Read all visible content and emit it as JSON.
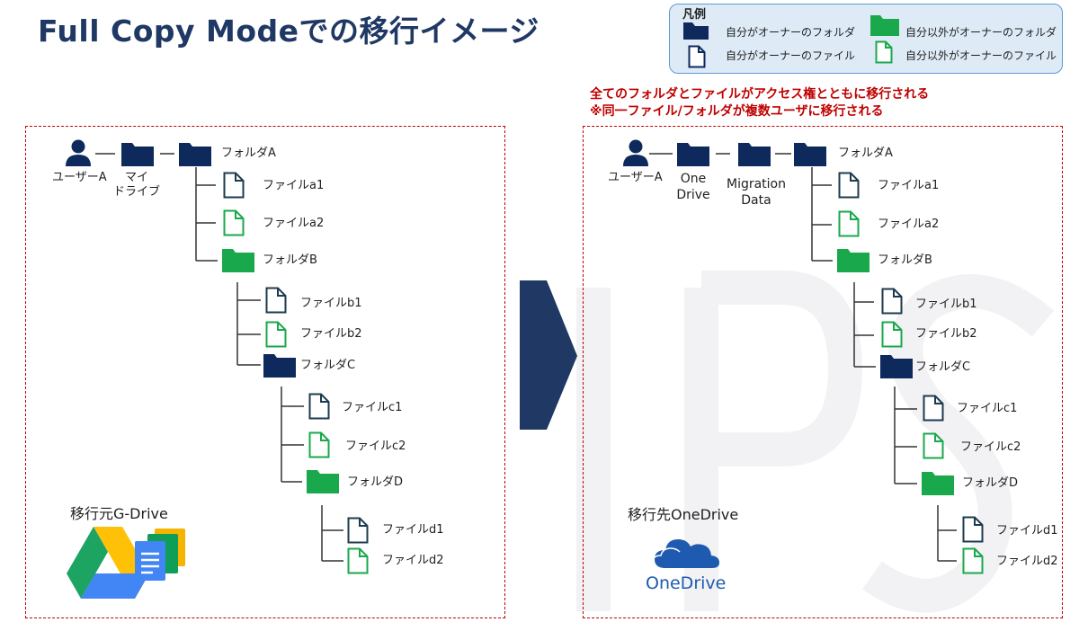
{
  "title": "Full Copy Modeでの移行イメージ",
  "legend": {
    "title": "凡例",
    "own_folder": "自分がオーナーのフォルダ",
    "own_file": "自分がオーナーのファイル",
    "other_folder": "自分以外がオーナーのフォルダ",
    "other_file": "自分以外がオーナーのファイル"
  },
  "notice": {
    "line1": "全てのフォルダとファイルがアクセス権とともに移行される",
    "line2": "※同一ファイル/フォルダが複数ユーザに移行される"
  },
  "source": {
    "user": "ユーザーA",
    "mydrive_line1": "マイ",
    "mydrive_line2": "ドライブ",
    "folder_a": "フォルダA",
    "file_a1": "ファイルa1",
    "file_a2": "ファイルa2",
    "folder_b": "フォルダB",
    "file_b1": "ファイルb1",
    "file_b2": "ファイルb2",
    "folder_c": "フォルダC",
    "file_c1": "ファイルc1",
    "file_c2": "ファイルc2",
    "folder_d": "フォルダD",
    "file_d1": "ファイルd1",
    "file_d2": "ファイルd2",
    "caption": "移行元G-Drive"
  },
  "destination": {
    "user": "ユーザーA",
    "onedrive_line1": "One",
    "onedrive_line2": "Drive",
    "migration_line1": "Migration",
    "migration_line2": "Data",
    "folder_a": "フォルダA",
    "file_a1": "ファイルa1",
    "file_a2": "ファイルa2",
    "folder_b": "フォルダB",
    "file_b1": "ファイルb1",
    "file_b2": "ファイルb2",
    "folder_c": "フォルダC",
    "file_c1": "ファイルc1",
    "file_c2": "ファイルc2",
    "folder_d": "フォルダD",
    "file_d1": "ファイルd1",
    "file_d2": "ファイルd2",
    "caption": "移行先OneDrive",
    "logo_text": "OneDrive"
  },
  "colors": {
    "title": "#1f3864",
    "own": "#0e2a5c",
    "other": "#1aa84c",
    "notice": "#c00000",
    "box_border": "#c00000",
    "arrow": "#1f3864",
    "legend_bg": "#deebf7",
    "legend_border": "#5b9bd5",
    "onedrive_blue": "#1e5bb0"
  }
}
